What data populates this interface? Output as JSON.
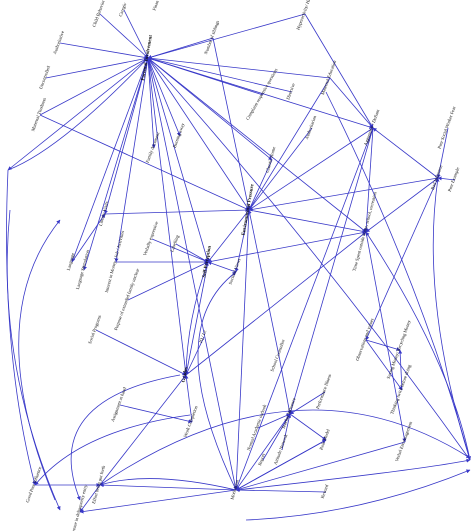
{
  "diagram": {
    "accent_color": "#3838c8",
    "label_color": "#111111",
    "nodes": [
      {
        "id": "child_behavior",
        "label": "Child Behavior"
      },
      {
        "id": "caregiver",
        "label": "Caregiv"
      },
      {
        "id": "finan",
        "label": "Finan"
      },
      {
        "id": "parental_involvement",
        "label": "Parental Involvement"
      },
      {
        "id": "authoritative_top",
        "label": "Authoritative"
      },
      {
        "id": "uncontrolled",
        "label": "Uncontrolled"
      },
      {
        "id": "number_of_siblings",
        "label": "Number of siblings"
      },
      {
        "id": "hyperactivity",
        "label": "Hyperactivity/ Hig"
      },
      {
        "id": "maternal_education",
        "label": "Maternal Education"
      },
      {
        "id": "complaint_parent",
        "label": "Complaint responsive questions"
      },
      {
        "id": "directive",
        "label": "Directive"
      },
      {
        "id": "maternal_tiredness",
        "label": "Maternal Tiredness"
      },
      {
        "id": "family_document",
        "label": "Family document"
      },
      {
        "id": "burning_away",
        "label": "Burning away"
      },
      {
        "id": "authoritarian",
        "label": "Authoritarian"
      },
      {
        "id": "aggressive_defiant",
        "label": "Aggressive / Defiant"
      },
      {
        "id": "language",
        "label": "Language"
      },
      {
        "id": "library_visits",
        "label": "Library Visits"
      },
      {
        "id": "chaotic_home",
        "label": "Chaotic Home"
      },
      {
        "id": "peer_social_worker_fear",
        "label": "Peer Social Worker Fear"
      },
      {
        "id": "bad_influence",
        "label": "Bad Influence"
      },
      {
        "id": "peer_example",
        "label": "Peer Example"
      },
      {
        "id": "environmental_pressure",
        "label": "Environmental Pressure"
      },
      {
        "id": "time_spent_outside",
        "label": "Time Spent outside home, school, recreation"
      },
      {
        "id": "verbally_expressive",
        "label": "Verbally expressive"
      },
      {
        "id": "labelling",
        "label": "Labelling"
      },
      {
        "id": "self_perception",
        "label": "Self Perception"
      },
      {
        "id": "language_stimulation",
        "label": "Language Stimulation"
      },
      {
        "id": "interest_in_money",
        "label": "Interest in Money / Job / Activities"
      },
      {
        "id": "purposes_family_unclear",
        "label": "Purpose of extended family unclear"
      },
      {
        "id": "societal_views",
        "label": "Societal Views"
      },
      {
        "id": "social_programs",
        "label": "Social Programs"
      },
      {
        "id": "iq_level",
        "label": "IQ / Lc"
      },
      {
        "id": "grades",
        "label": "Grades"
      },
      {
        "id": "observations_values",
        "label": "Observations and values"
      },
      {
        "id": "saving_money",
        "label": "Saving Money/ Recycling Money"
      },
      {
        "id": "school_counsellor",
        "label": "School Counsellor"
      },
      {
        "id": "thinking_twice",
        "label": "Thinking twice before doing"
      },
      {
        "id": "assignment_hand",
        "label": "Assignment at hand"
      },
      {
        "id": "performance_illness",
        "label": "Performance Illness"
      },
      {
        "id": "teacher_influence",
        "label": "Teacher Influence"
      },
      {
        "id": "work_completion",
        "label": "Work Completion"
      },
      {
        "id": "normal_academic",
        "label": "Normal Academic outlook"
      },
      {
        "id": "attitude_network",
        "label": "Attitude Network"
      },
      {
        "id": "report",
        "label": "Report"
      },
      {
        "id": "role_model",
        "label": "Role Model"
      },
      {
        "id": "verbal_encouragement",
        "label": "Verbal Encouragement"
      },
      {
        "id": "effort_put_forth",
        "label": "Effort being put forth"
      },
      {
        "id": "good_peer_influence",
        "label": "Good Peer Influence"
      },
      {
        "id": "decrease_delinquency",
        "label": "Decrease in delinquency entry"
      },
      {
        "id": "motivation",
        "label": "Motivation"
      },
      {
        "id": "reward",
        "label": "Reward"
      }
    ]
  }
}
